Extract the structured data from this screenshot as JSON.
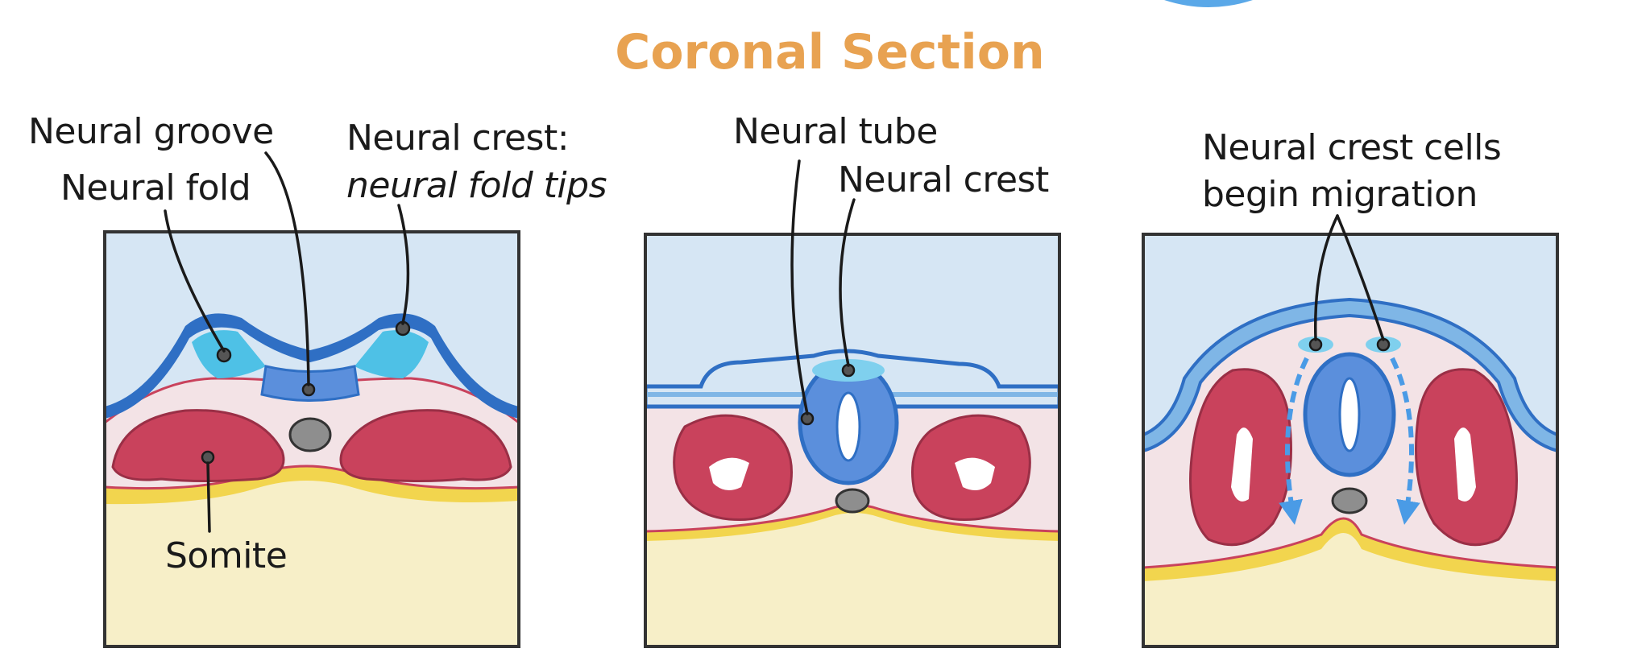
{
  "title": "Coronal Section",
  "colors": {
    "title": "#e8a251",
    "amniotic": "#d6e6f4",
    "ectoderm": "#7fb6e6",
    "neural_tissue": "#5b8fdc",
    "mesoderm": "#f3e3e6",
    "somite": "#c9425c",
    "endoderm": "#f2d54e",
    "yolk": "#f7efc8",
    "notochord": "#8e8e8e",
    "label": "#1a1a1a"
  },
  "panels": [
    {
      "labels": {
        "neural_groove": "Neural groove",
        "neural_fold": "Neural fold",
        "neural_crest": "Neural crest:",
        "neural_crest_sub": "neural fold tips",
        "somite": "Somite"
      }
    },
    {
      "labels": {
        "neural_tube": "Neural tube",
        "neural_crest": "Neural crest"
      }
    },
    {
      "labels": {
        "neural_crest_cells": "Neural crest cells",
        "begin_migration": "begin migration"
      }
    }
  ]
}
